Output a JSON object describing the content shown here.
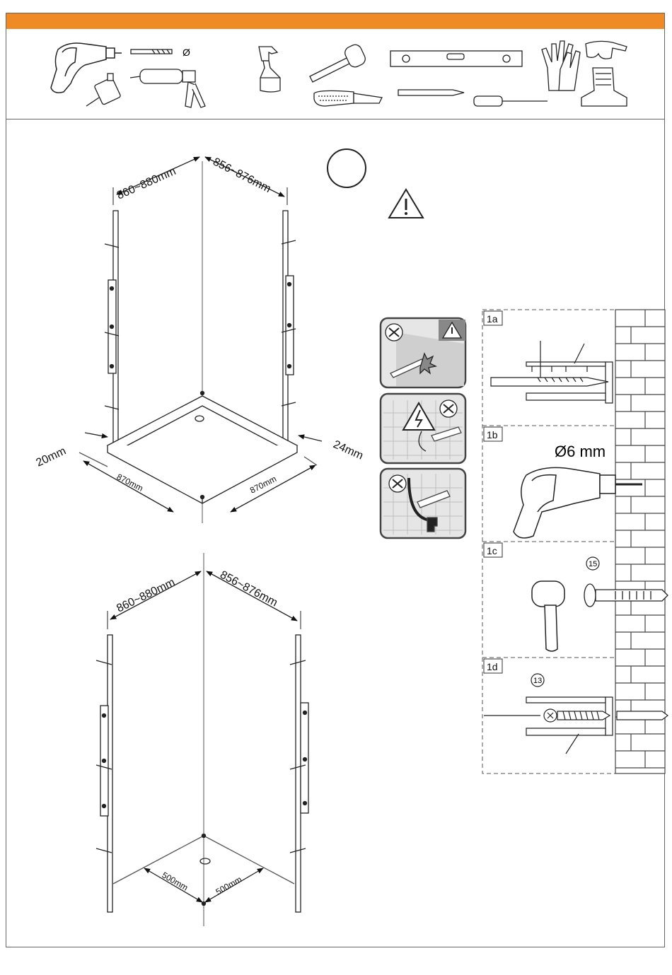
{
  "tools": {
    "drill_bit_symbol": "Ø"
  },
  "top_diagram": {
    "dim_left": "860~880mm",
    "dim_right": "856~876mm",
    "dim_base_left": "20mm",
    "dim_base_right": "24mm",
    "tray_left": "870mm",
    "tray_right": "870mm"
  },
  "bottom_diagram": {
    "dim_left": "860~880mm",
    "dim_right": "856~876mm",
    "floor_left": "500mm",
    "floor_right": "500mm"
  },
  "steps": [
    {
      "label": "1a"
    },
    {
      "label": "1b",
      "drill_diameter": "Ø6 mm"
    },
    {
      "label": "1c",
      "part_number": "15"
    },
    {
      "label": "1d",
      "part_number": "13"
    }
  ],
  "colors": {
    "accent": "#f08a24",
    "frame": "#666666",
    "warning_panel": "#e6e6e6"
  }
}
